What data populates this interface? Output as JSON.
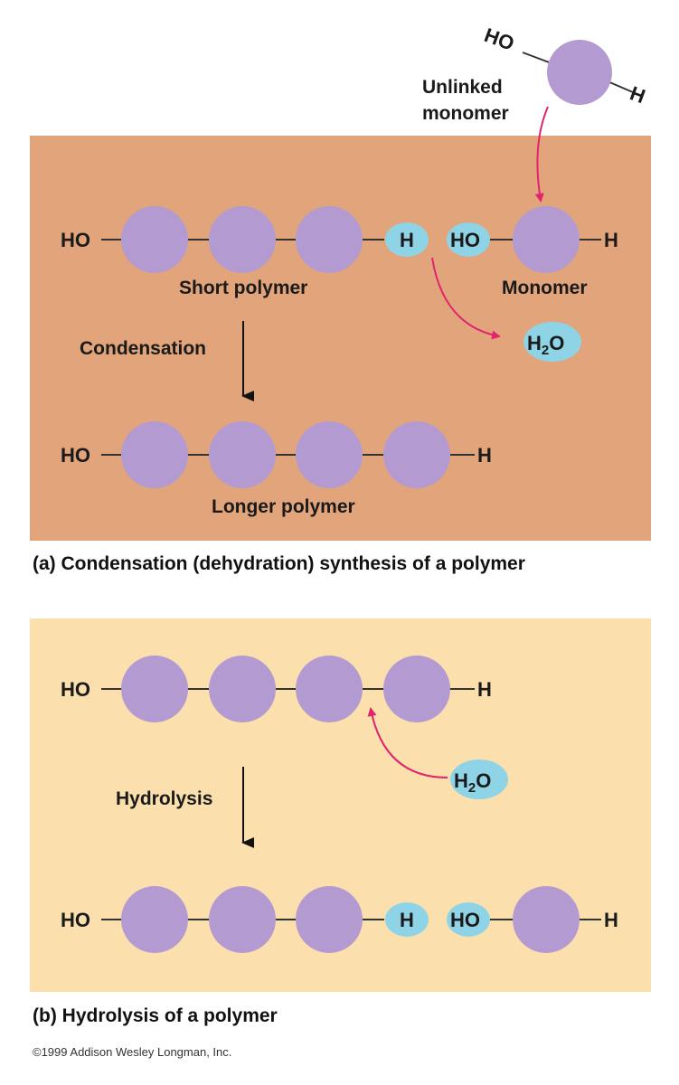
{
  "colors": {
    "panel_a": "#e2a47a",
    "panel_b": "#fbe0ad",
    "monomer": "#b39bd2",
    "ion": "#8ed4e6",
    "arrow_pink": "#e0246e",
    "arrow_black": "#111111",
    "bond": "#333333"
  },
  "top": {
    "ho": "HO",
    "h": "H",
    "label_line1": "Unlinked",
    "label_line2": "monomer"
  },
  "panel_a": {
    "row1": {
      "ho": "HO",
      "h_ion": "H",
      "ho_ion": "HO",
      "h": "H"
    },
    "short_polymer": "Short polymer",
    "monomer": "Monomer",
    "water_h": "H",
    "water_sub": "2",
    "water_o": "O",
    "process": "Condensation",
    "row2": {
      "ho": "HO",
      "h": "H"
    },
    "longer_polymer": "Longer polymer",
    "caption": "(a) Condensation (dehydration) synthesis of a polymer"
  },
  "panel_b": {
    "row1": {
      "ho": "HO",
      "h": "H"
    },
    "water_h": "H",
    "water_sub": "2",
    "water_o": "O",
    "process": "Hydrolysis",
    "row2": {
      "ho": "HO",
      "h_ion": "H",
      "ho_ion": "HO",
      "h": "H"
    },
    "caption": "(b) Hydrolysis of a polymer"
  },
  "copyright": "©1999 Addison Wesley Longman, Inc."
}
